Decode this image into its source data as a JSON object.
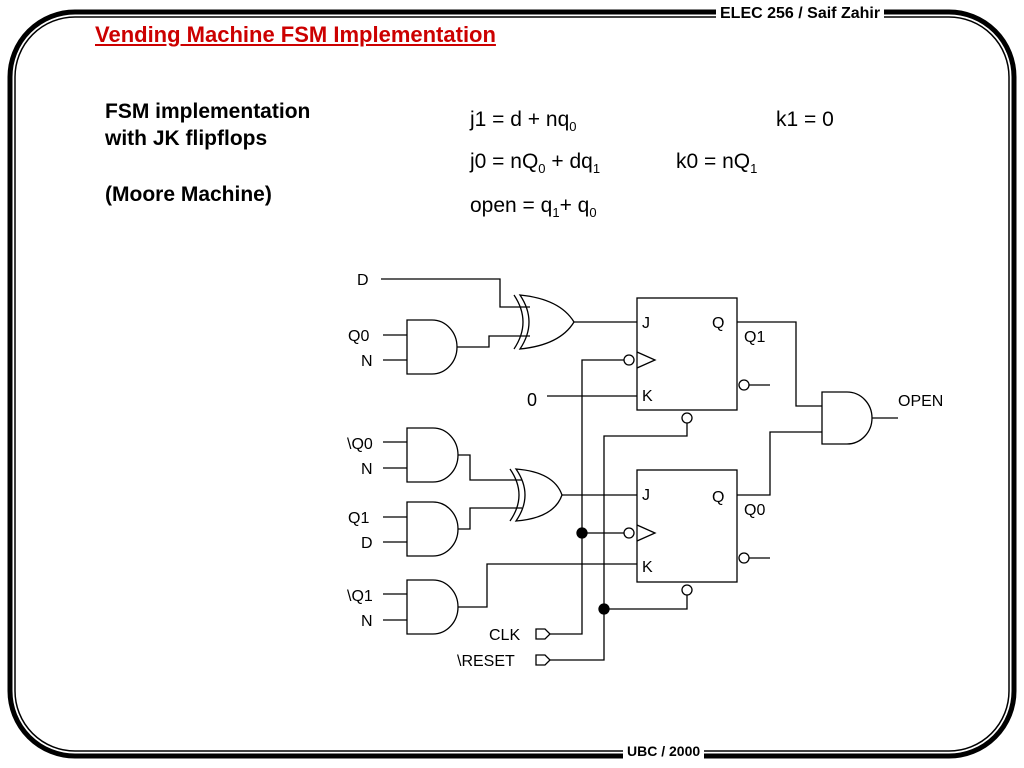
{
  "header": {
    "course": "ELEC 256 / Saif Zahir"
  },
  "footer": {
    "org": "UBC / 2000"
  },
  "title": "Vending Machine FSM Implementation",
  "subtitle": {
    "line1": "FSM implementation",
    "line2": "with JK flipflops",
    "line3": "(Moore Machine)"
  },
  "equations": {
    "j1": {
      "lhs": "j1 =  d + nq",
      "sub": "0"
    },
    "k1": "k1 = 0",
    "j0": {
      "a": "j0 = nQ",
      "a_sub": "0",
      "b": " + dq",
      "b_sub": "1"
    },
    "k0": {
      "a": "k0 = nQ",
      "a_sub": "1"
    },
    "open": {
      "a": "open = q",
      "a_sub": "1",
      "b": "+ q",
      "b_sub": "0"
    }
  },
  "diagram": {
    "inputs": {
      "d_top": "D",
      "q0": "Q0",
      "n1": "N",
      "nq0": "\\Q0",
      "n2": "N",
      "q1": "Q1",
      "d2": "D",
      "nq1": "\\Q1",
      "n3": "N",
      "zero": "0"
    },
    "ff1": {
      "j": "J",
      "k": "K",
      "q": "Q",
      "out": "Q1"
    },
    "ff0": {
      "j": "J",
      "k": "K",
      "q": "Q",
      "out": "Q0"
    },
    "output": "OPEN",
    "clk": "CLK",
    "reset": "\\RESET"
  }
}
